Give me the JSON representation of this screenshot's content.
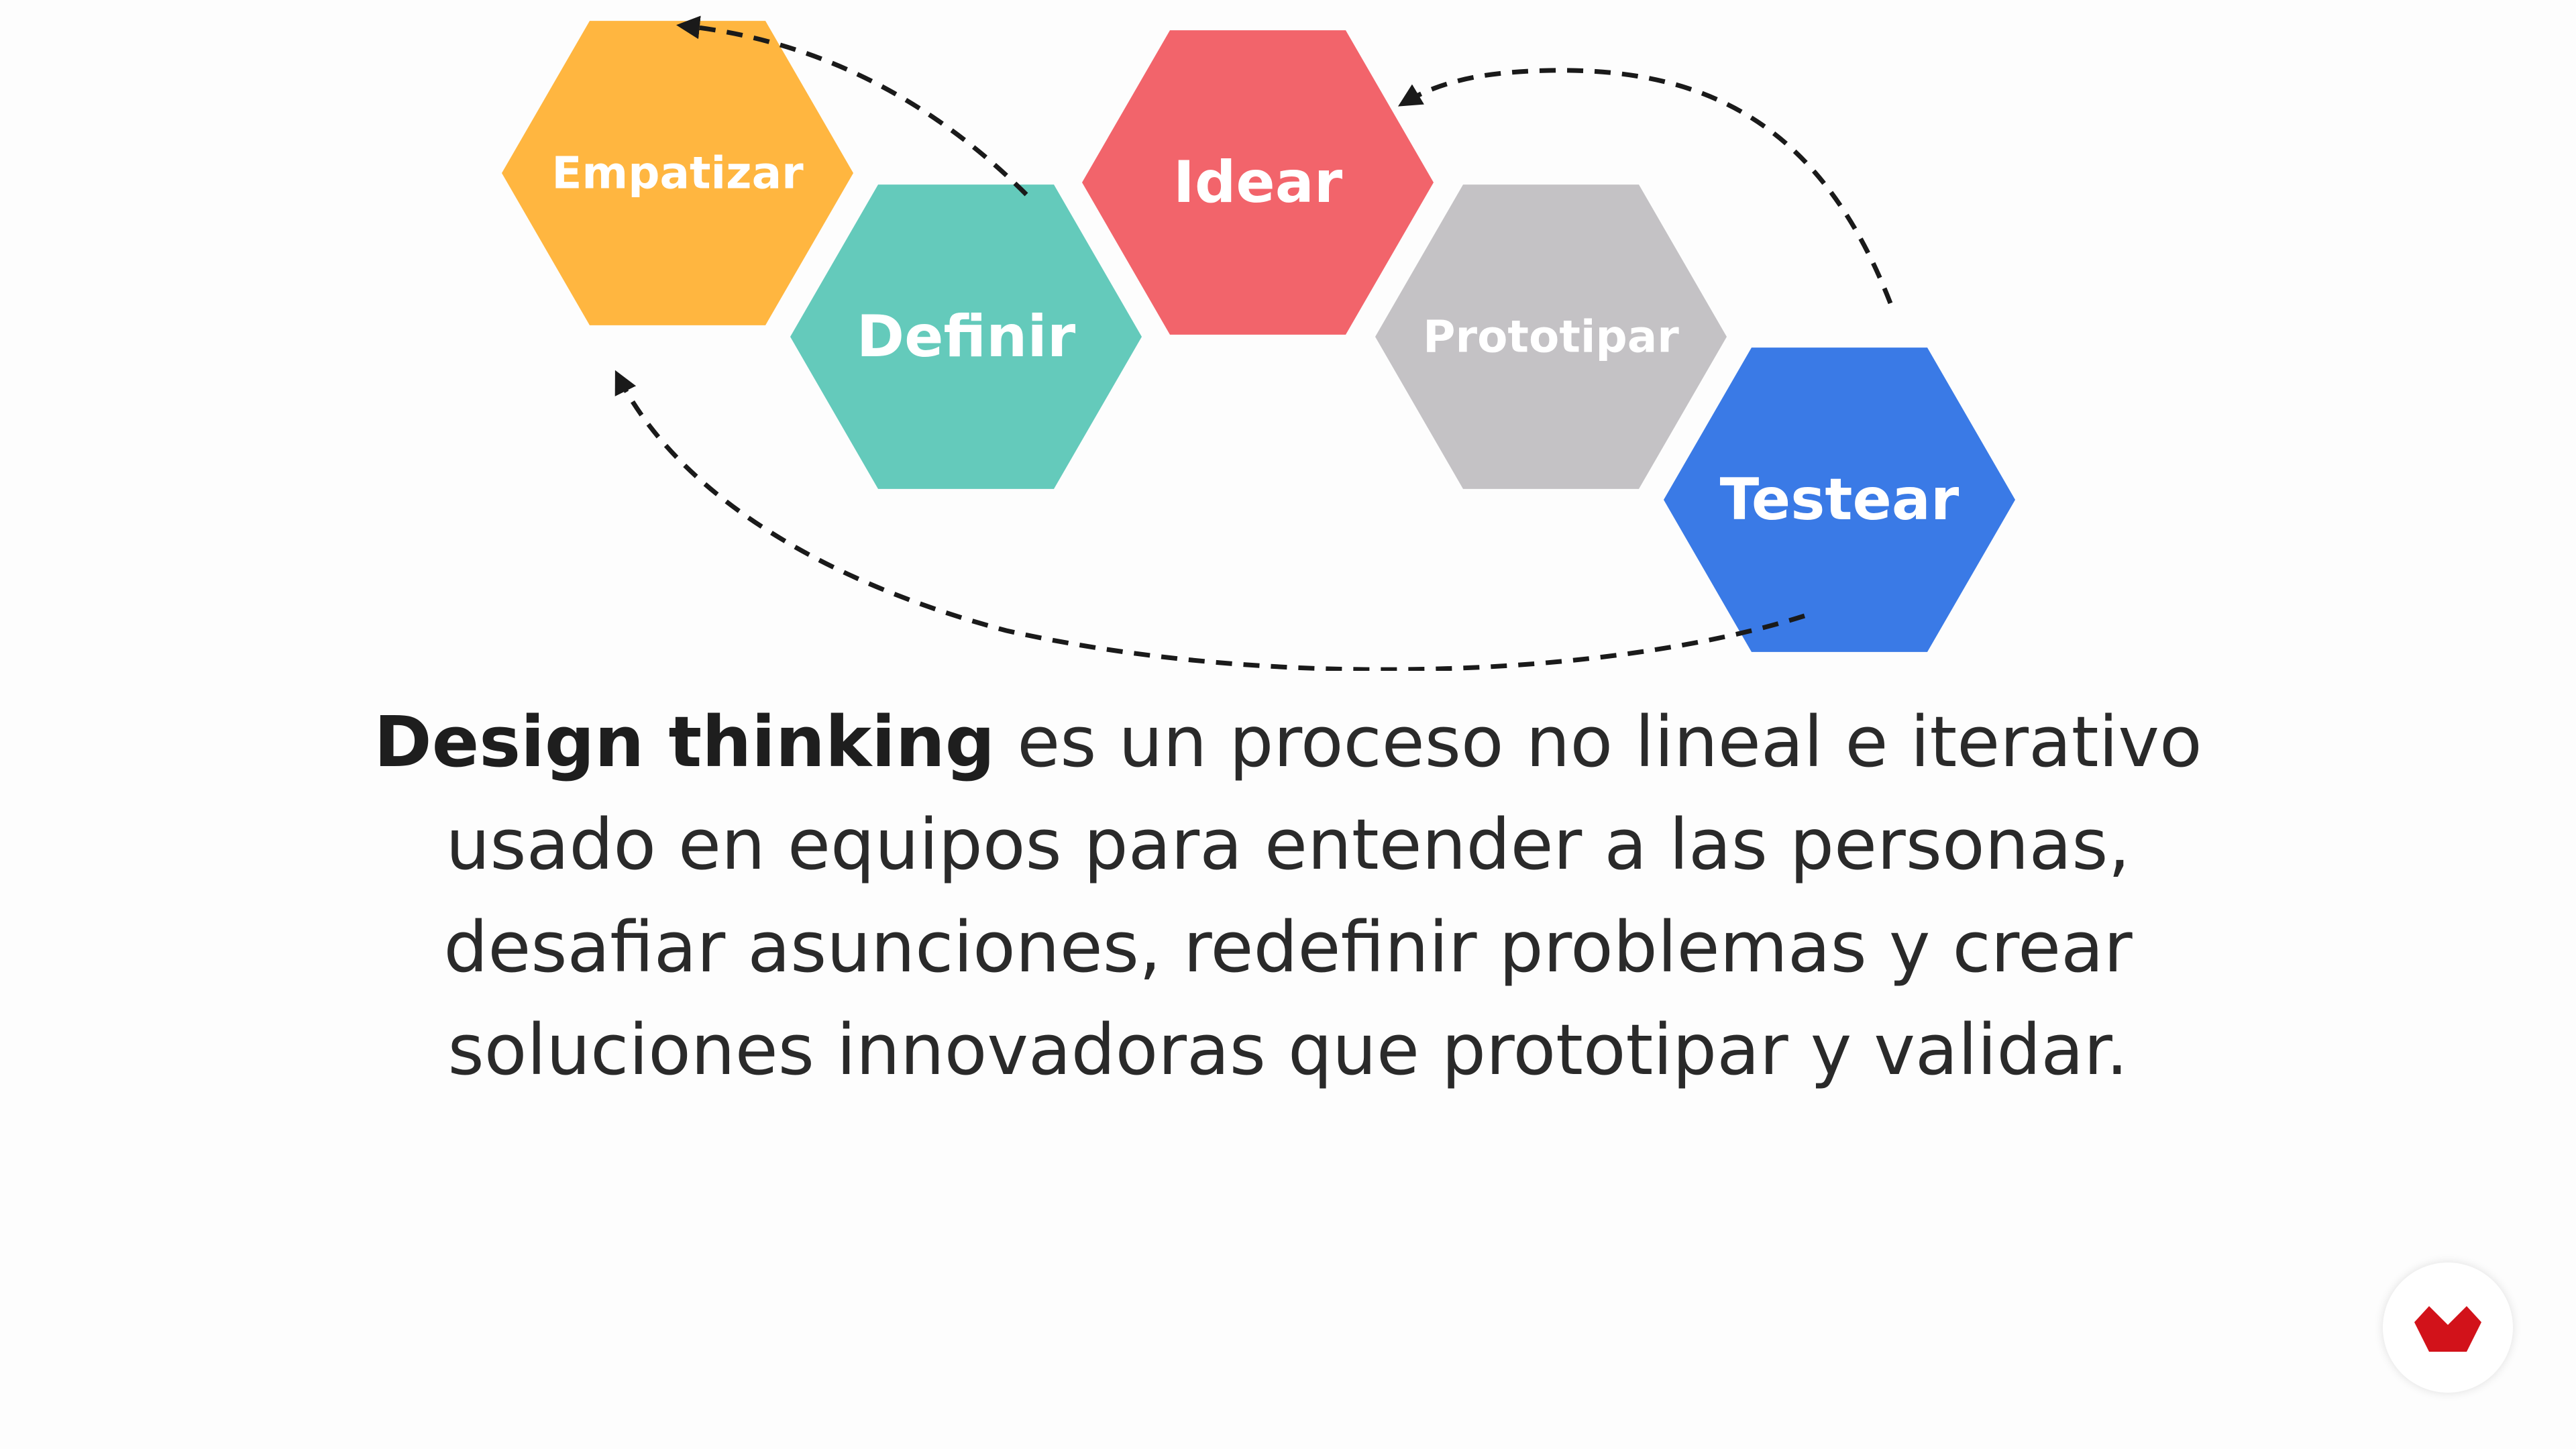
{
  "diagram": {
    "stages": [
      {
        "id": "empatizar",
        "label": "Empatizar",
        "color": "#FFB640"
      },
      {
        "id": "definir",
        "label": "Definir",
        "color": "#64CABB"
      },
      {
        "id": "idear",
        "label": "Idear",
        "color": "#F2646B"
      },
      {
        "id": "prototipar",
        "label": "Prototipar",
        "color": "#C4C2C5"
      },
      {
        "id": "testear",
        "label": "Testear",
        "color": "#3A7AE6"
      }
    ],
    "loops": [
      {
        "from": "definir",
        "to": "empatizar"
      },
      {
        "from": "testear",
        "to": "idear"
      },
      {
        "from": "testear",
        "to": "empatizar"
      }
    ]
  },
  "description": {
    "bold": "Design thinking",
    "lines": [
      " es un proceso no lineal e iterativo",
      "usado en equipos para entender a las personas,",
      "desafiar asunciones, redefinir problemas y crear",
      "soluciones innovadoras que prototipar y validar."
    ]
  },
  "brand": {
    "icon": "brand-logo-icon",
    "color": "#D2121A"
  }
}
